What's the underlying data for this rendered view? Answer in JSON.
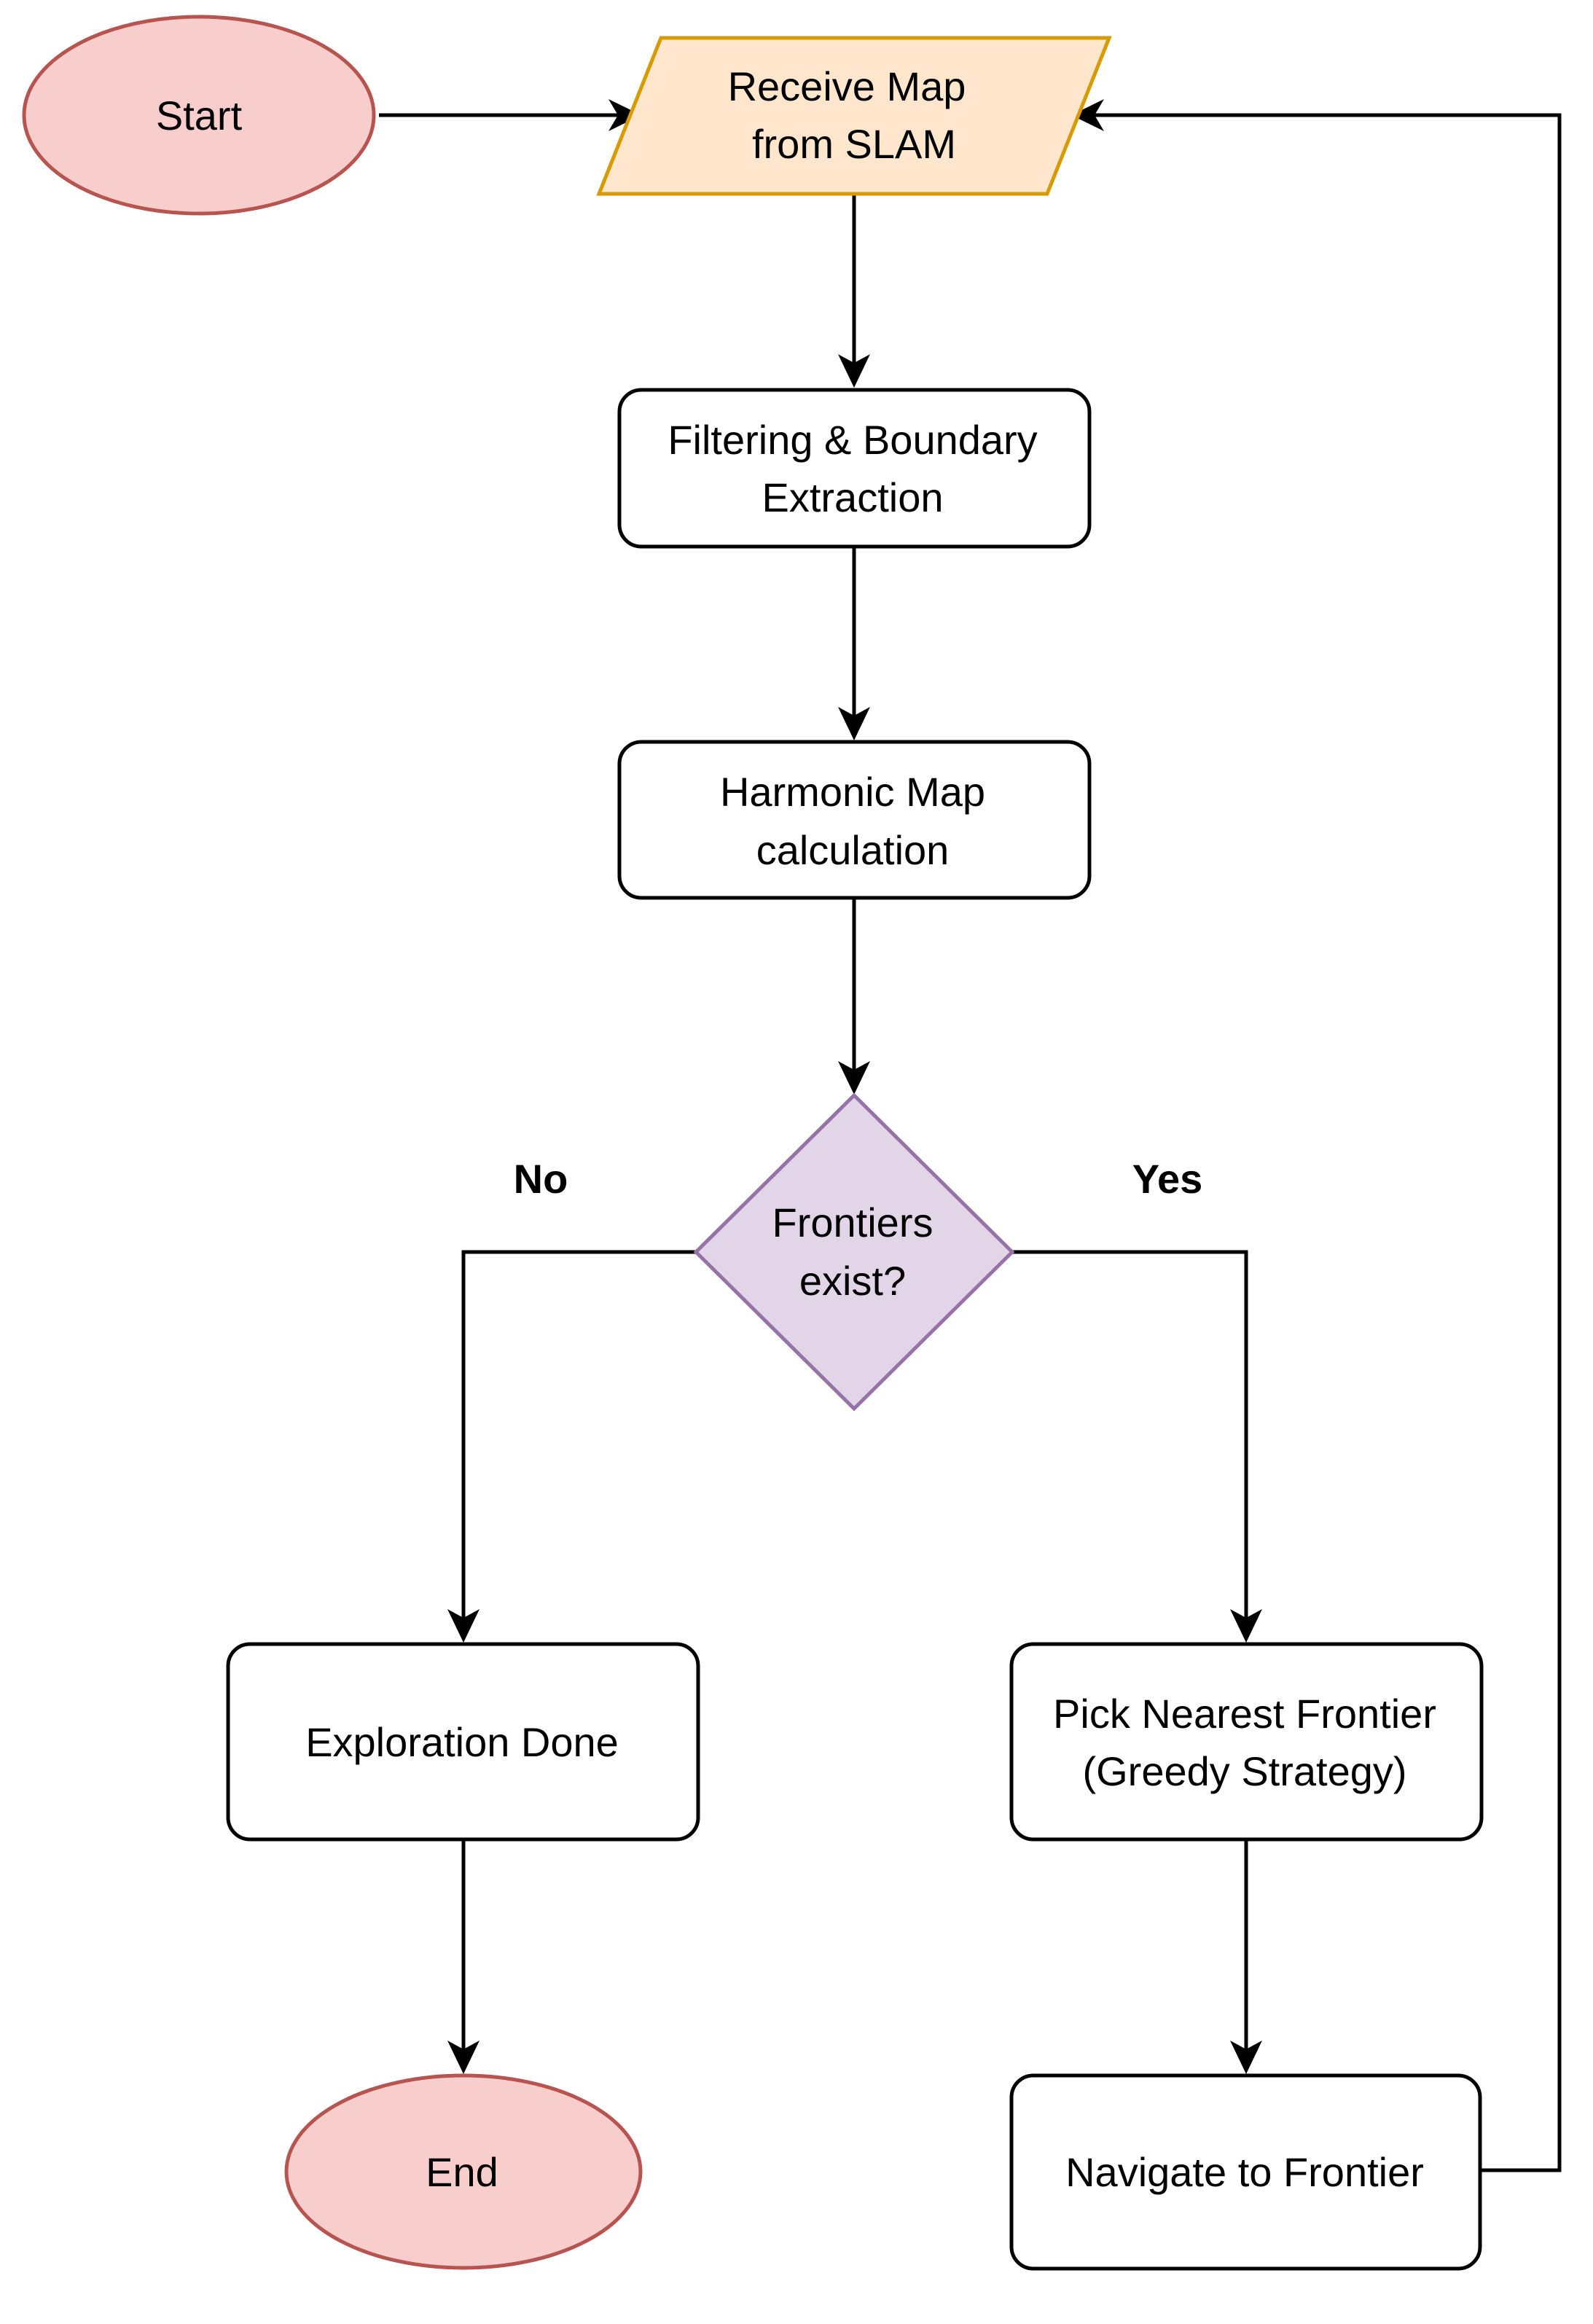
{
  "colors": {
    "terminal_fill": "#f8cecc",
    "terminal_stroke": "#b85450",
    "io_fill": "#ffe6cc",
    "io_stroke": "#d79b00",
    "decision_fill": "#e1d5e7",
    "decision_stroke": "#9673a6",
    "process_fill": "#ffffff",
    "process_stroke": "#000000",
    "edge": "#000000"
  },
  "nodes": {
    "start": {
      "label": "Start",
      "shape": "ellipse"
    },
    "receive": {
      "line1": "Receive Map",
      "line2": "from SLAM",
      "shape": "parallelogram"
    },
    "filtering": {
      "line1": "Filtering & Boundary",
      "line2": "Extraction",
      "shape": "rounded-rect"
    },
    "harmonic": {
      "line1": "Harmonic Map",
      "line2": "calculation",
      "shape": "rounded-rect"
    },
    "decision": {
      "line1": "Frontiers",
      "line2": "exist?",
      "shape": "diamond"
    },
    "done": {
      "label": "Exploration Done",
      "shape": "rounded-rect"
    },
    "pick": {
      "line1": "Pick Nearest Frontier",
      "line2": "(Greedy Strategy)",
      "shape": "rounded-rect"
    },
    "navigate": {
      "label": "Navigate to Frontier",
      "shape": "rounded-rect"
    },
    "end": {
      "label": "End",
      "shape": "ellipse"
    }
  },
  "edge_labels": {
    "no": "No",
    "yes": "Yes"
  }
}
